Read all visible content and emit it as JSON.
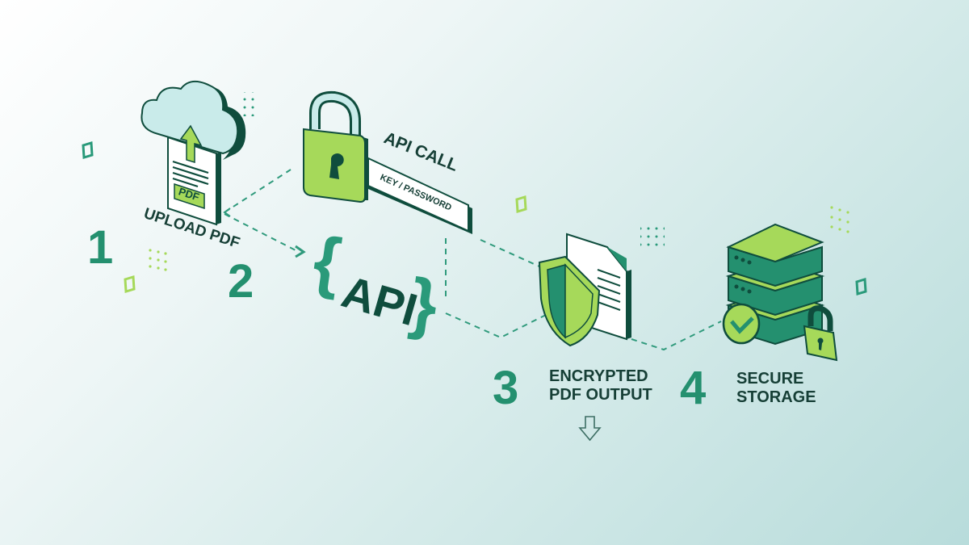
{
  "colors": {
    "dark_green": "#0f4d3d",
    "teal": "#24906f",
    "lime": "#a6d95a",
    "pale_cyan": "#c9ebea",
    "text_dark": "#163f36"
  },
  "steps": [
    {
      "number": "1",
      "label": "UPLOAD PDF",
      "icon": "cloud-upload-document-icon",
      "badge": "PDF"
    },
    {
      "number": "2",
      "label": "{API}",
      "icon": "padlock-icon",
      "call_title": "API CALL",
      "call_field": "KEY / PASSWORD"
    },
    {
      "number": "3",
      "label_line1": "ENCRYPTED",
      "label_line2": "PDF OUTPUT",
      "icon": "shield-document-icon"
    },
    {
      "number": "4",
      "label_line1": "SECURE",
      "label_line2": "STORAGE",
      "icon": "server-stack-lock-icon"
    }
  ],
  "api_word": "API",
  "decor": {
    "arrow_down": "download-arrow-icon"
  }
}
